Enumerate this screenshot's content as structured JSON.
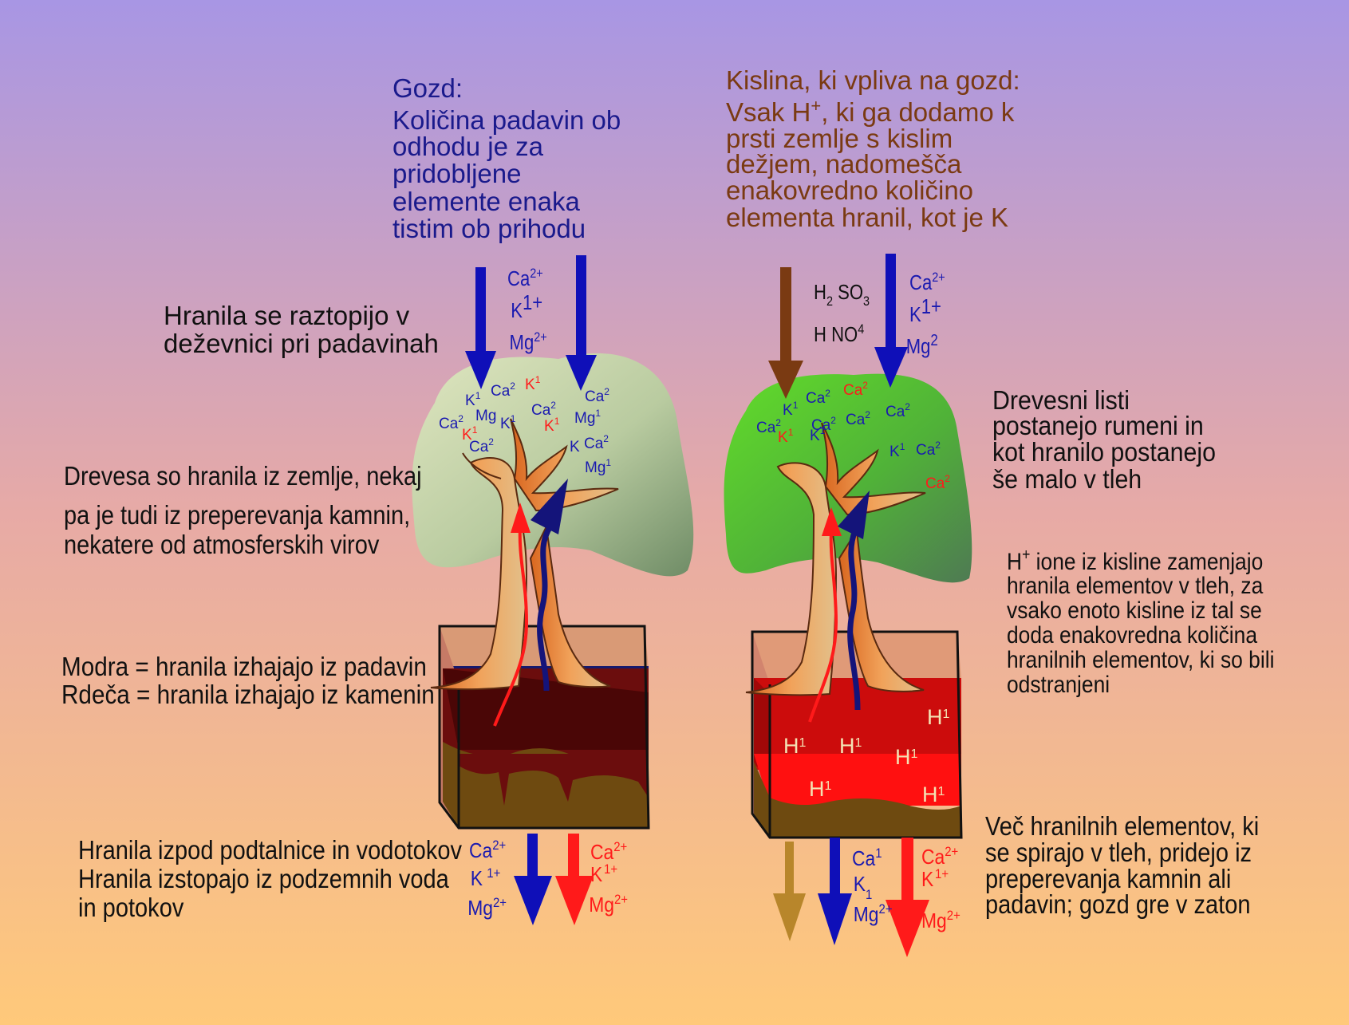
{
  "colors": {
    "blue": "#1a1ab0",
    "red": "#ff1a1a",
    "brown_text": "#7a3a12",
    "bg_top": "#a896e4",
    "bg_bottom": "#ffc97a"
  },
  "left_panel": {
    "title": "Gozd:",
    "description": [
      "Količina padavin ob",
      "odhodu je za",
      "pridobljene",
      "elemente enaka",
      "tistim ob prihodu"
    ],
    "rain_ions": {
      "ca": "Ca",
      "ca_sup": "2+",
      "k": "K",
      "k_sup": "1+",
      "mg": "Mg",
      "mg_sup": "2+"
    },
    "leaf_ions": [
      {
        "t": "K",
        "s": "1",
        "c": "blue"
      },
      {
        "t": "Ca",
        "s": "2",
        "c": "blue"
      },
      {
        "t": "K",
        "s": "1",
        "c": "red"
      },
      {
        "t": "Ca",
        "s": "2",
        "c": "blue"
      },
      {
        "t": "Ca",
        "s": "2",
        "c": "blue"
      },
      {
        "t": "Mg",
        "s": "",
        "c": "blue"
      },
      {
        "t": "Ca",
        "s": "2",
        "c": "blue"
      },
      {
        "t": "K",
        "s": "1",
        "c": "blue"
      },
      {
        "t": "K",
        "s": "1",
        "c": "red"
      },
      {
        "t": "Mg",
        "s": "1",
        "c": "blue"
      },
      {
        "t": "K",
        "s": "1",
        "c": "red"
      },
      {
        "t": "Ca",
        "s": "2",
        "c": "blue"
      },
      {
        "t": "K",
        "s": "",
        "c": "blue"
      },
      {
        "t": "Ca",
        "s": "2",
        "c": "blue"
      },
      {
        "t": "Mg",
        "s": "1",
        "c": "blue"
      }
    ],
    "outflow_blue": {
      "ca": "Ca",
      "ca_sup": "2+",
      "k": "K",
      "k_sup": "1+",
      "mg": "Mg",
      "mg_sup": "2+"
    },
    "outflow_red": {
      "ca": "Ca",
      "ca_sup": "2+",
      "k": "K",
      "k_sup": "1+",
      "mg": "Mg",
      "mg_sup": "2+"
    }
  },
  "left_captions": {
    "dissolve": [
      "Hranila se raztopijo v",
      "deževnici pri padavinah"
    ],
    "uptake": [
      "Drevesa so hranila iz zemlje, nekaj",
      "pa je tudi iz preperevanja kamnin,",
      "nekatere od atmosferskih virov"
    ],
    "legend": [
      "Modra = hranila izhajajo iz padavin",
      "Rdeča = hranila izhajajo iz kamenin"
    ],
    "groundwater": [
      "Hranila izpod podtalnice in vodotokov",
      "Hranila izstopajo iz podzemnih voda",
      "in potokov"
    ]
  },
  "right_panel": {
    "title": "Kislina, ki vpliva na gozd:",
    "description_l1_pre": "Vsak H",
    "description_l1_sup": "+",
    "description_l1_post": ", ki ga dodamo k",
    "description": [
      "prsti zemlje s kislim",
      "dežjem, nadomešča",
      "enakovredno količino",
      "elementa hranil, kot je K"
    ],
    "acid1": {
      "pre": "H",
      "sub": "2",
      "mid": " SO",
      "sub2": "3"
    },
    "acid2": {
      "pre": "H NO",
      "sup": "4"
    },
    "rain_ions": {
      "ca": "Ca",
      "ca_sup": "2+",
      "k": "K",
      "k_sup": "1+",
      "mg": "Mg",
      "mg_sup": "2"
    },
    "leaf_ions": [
      {
        "t": "K",
        "s": "1",
        "c": "blue"
      },
      {
        "t": "Ca",
        "s": "2",
        "c": "blue"
      },
      {
        "t": "Ca",
        "s": "2",
        "c": "red"
      },
      {
        "t": "Ca",
        "s": "2",
        "c": "blue"
      },
      {
        "t": "K",
        "s": "1",
        "c": "red"
      },
      {
        "t": "Ca",
        "s": "2",
        "c": "blue"
      },
      {
        "t": "K",
        "s": "1",
        "c": "blue"
      },
      {
        "t": "Ca",
        "s": "2",
        "c": "blue"
      },
      {
        "t": "Ca",
        "s": "2",
        "c": "blue"
      },
      {
        "t": "K",
        "s": "1",
        "c": "blue"
      },
      {
        "t": "Ca",
        "s": "2",
        "c": "blue"
      },
      {
        "t": "Ca",
        "s": "2",
        "c": "red"
      }
    ],
    "soil_ions": [
      {
        "t": "H",
        "s": "1"
      },
      {
        "t": "H",
        "s": "1"
      },
      {
        "t": "H",
        "s": "1"
      },
      {
        "t": "H",
        "s": "1"
      },
      {
        "t": "H",
        "s": "1"
      },
      {
        "t": "H",
        "s": "1"
      }
    ],
    "outflow_blue": {
      "ca": "Ca",
      "ca_sup": "1",
      "k": "K",
      "k_sup": "1",
      "mg": "Mg",
      "mg_sup": "2+"
    },
    "outflow_red": {
      "ca": "Ca",
      "ca_sup": "2+",
      "k": "K",
      "k_sup": "1+",
      "mg": "Mg",
      "mg_sup": "2+"
    }
  },
  "right_captions": {
    "leaves": [
      "Drevesni listi",
      "postanejo rumeni in",
      "kot hranilo postanejo",
      "še malo v tleh"
    ],
    "exchange_l1_pre": "H",
    "exchange_l1_sup": "+",
    "exchange_l1_post": " ione iz kisline zamenjajo",
    "exchange": [
      "hranila elementov v tleh, za",
      "vsako enoto kisline iz tal se",
      "doda enakovredna količina",
      "hranilnih elementov, ki so bili",
      "odstranjeni"
    ],
    "decline": [
      "Več hranilnih elementov, ki",
      "se spirajo v tleh, pridejo iz",
      "preperevanja kamnin ali",
      "padavin; gozd gre v zaton"
    ]
  }
}
